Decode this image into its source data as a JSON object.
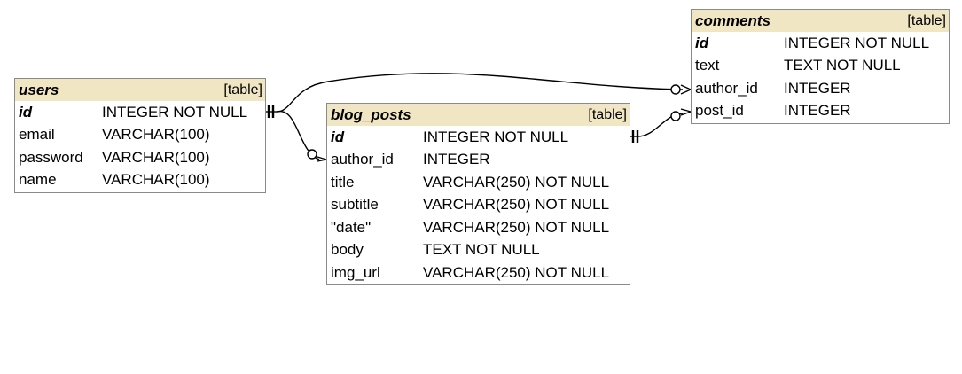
{
  "tables": {
    "users": {
      "name": "users",
      "kind": "[table]",
      "columns": [
        {
          "name": "id",
          "type": "INTEGER NOT NULL",
          "pk": true
        },
        {
          "name": "email",
          "type": "VARCHAR(100)",
          "pk": false
        },
        {
          "name": "password",
          "type": "VARCHAR(100)",
          "pk": false
        },
        {
          "name": "name",
          "type": "VARCHAR(100)",
          "pk": false
        }
      ]
    },
    "blog_posts": {
      "name": "blog_posts",
      "kind": "[table]",
      "columns": [
        {
          "name": "id",
          "type": "INTEGER NOT NULL",
          "pk": true
        },
        {
          "name": "author_id",
          "type": "INTEGER",
          "pk": false
        },
        {
          "name": "title",
          "type": "VARCHAR(250) NOT NULL",
          "pk": false
        },
        {
          "name": "subtitle",
          "type": "VARCHAR(250) NOT NULL",
          "pk": false
        },
        {
          "name": "\"date\"",
          "type": "VARCHAR(250) NOT NULL",
          "pk": false
        },
        {
          "name": "body",
          "type": "TEXT NOT NULL",
          "pk": false
        },
        {
          "name": "img_url",
          "type": "VARCHAR(250) NOT NULL",
          "pk": false
        }
      ]
    },
    "comments": {
      "name": "comments",
      "kind": "[table]",
      "columns": [
        {
          "name": "id",
          "type": "INTEGER NOT NULL",
          "pk": true
        },
        {
          "name": "text",
          "type": "TEXT NOT NULL",
          "pk": false
        },
        {
          "name": "author_id",
          "type": "INTEGER",
          "pk": false
        },
        {
          "name": "post_id",
          "type": "INTEGER",
          "pk": false
        }
      ]
    }
  },
  "relationships": [
    {
      "from": "blog_posts.author_id",
      "to": "users.id",
      "from_end": "zero-or-many",
      "to_end": "exactly-one"
    },
    {
      "from": "comments.author_id",
      "to": "users.id",
      "from_end": "zero-or-many",
      "to_end": "exactly-one"
    },
    {
      "from": "comments.post_id",
      "to": "blog_posts.id",
      "from_end": "zero-or-many",
      "to_end": "exactly-one"
    }
  ],
  "colors": {
    "header_bg": "#f1e6c3",
    "border": "#8a8a8a",
    "line": "#000000"
  }
}
